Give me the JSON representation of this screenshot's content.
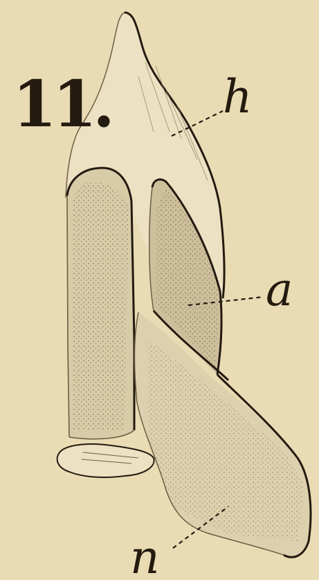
{
  "figure": {
    "number": "11.",
    "labels": {
      "h": "h",
      "a": "a",
      "n": "n"
    }
  },
  "colors": {
    "paper": "#e9dbb3",
    "ink": "#231a10",
    "shade": "#b9ab8a",
    "light_fill": "#ece1c2"
  }
}
